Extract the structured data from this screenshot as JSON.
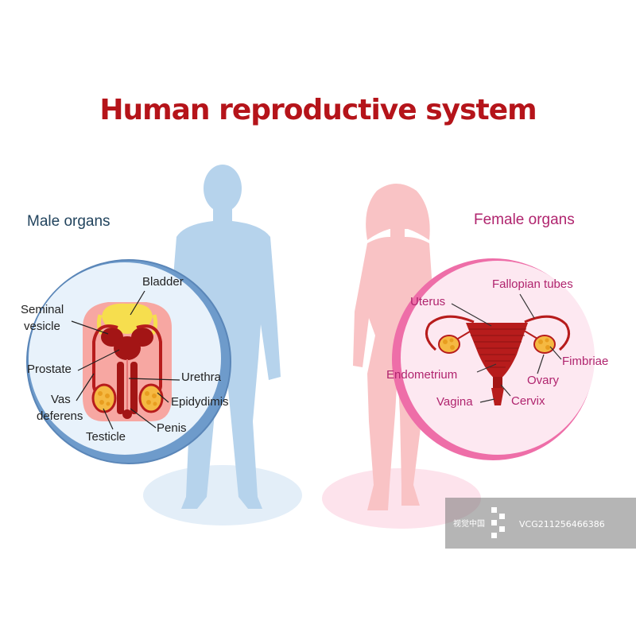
{
  "title": "Human reproductive system",
  "colors": {
    "title": "#b5141a",
    "male_heading": "#22445e",
    "female_heading": "#b0246e",
    "male_silhouette": "#b6d3ec",
    "female_silhouette": "#f9c3c5",
    "male_ring": "#6e9bcb",
    "female_ring": "#ee6ea8",
    "organ_red": "#b71c1c",
    "organ_pink": "#f7a7a2",
    "bladder_yellow": "#f6de4e"
  },
  "male": {
    "heading": "Male organs",
    "labels": {
      "bladder": "Bladder",
      "seminal_vesicle": [
        "Seminal",
        "vesicle"
      ],
      "prostate": "Prostate",
      "vas_deferens": [
        "Vas",
        "deferens"
      ],
      "testicle": "Testicle",
      "urethra": "Urethra",
      "epididymis": "Epidydimis",
      "penis": "Penis"
    }
  },
  "female": {
    "heading": "Female organs",
    "labels": {
      "fallopian_tubes": "Fallopian tubes",
      "uterus": "Uterus",
      "fimbriae": "Fimbriae",
      "endometrium": "Endometrium",
      "ovary": "Ovary",
      "vagina": "Vagina",
      "cervix": "Cervix"
    }
  },
  "watermark": {
    "brand": "视觉中国",
    "code": "VCG211256466386"
  }
}
